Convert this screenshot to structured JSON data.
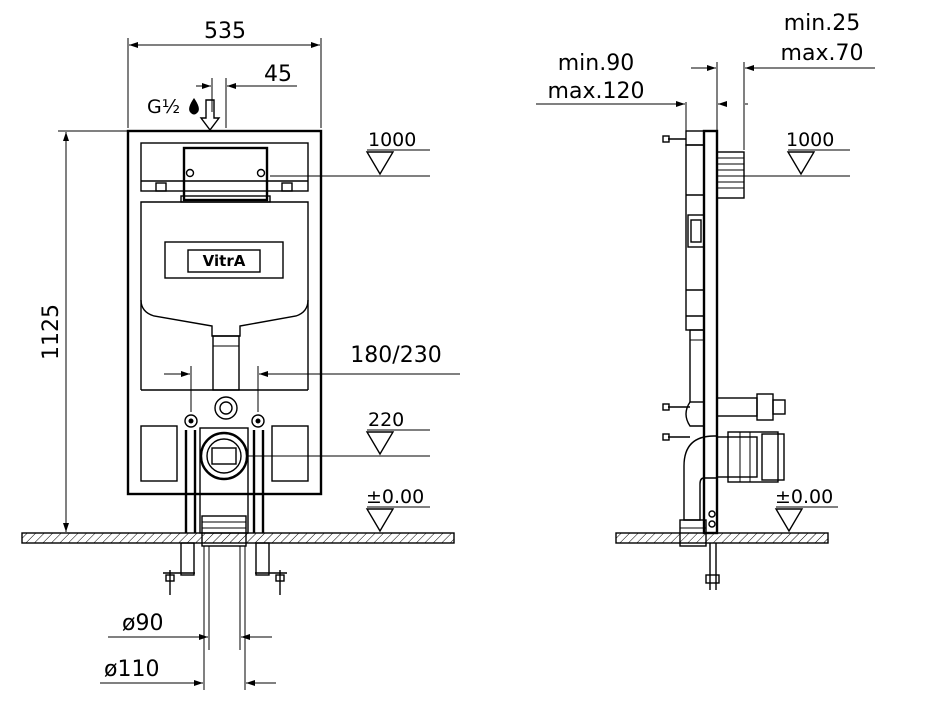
{
  "front_view": {
    "width_dim": "535",
    "inlet_offset_dim": "45",
    "inlet_thread": "G½",
    "height_dim": "1125",
    "flush_plate_height": "1000",
    "pipe_spacing_dim": "180/230",
    "outlet_height": "220",
    "floor_level": "±0.00",
    "pipe_dia_small": "ø90",
    "pipe_dia_large": "ø110",
    "brand_logo": "VitrA"
  },
  "side_view": {
    "depth_min_left": "min.90",
    "depth_max_left": "max.120",
    "depth_min_right": "min.25",
    "depth_max_right": "max.70",
    "flush_plate_height": "1000",
    "floor_level": "±0.00"
  },
  "icons": {
    "water_drop": "water-drop-icon",
    "inlet_arrow": "down-arrow-icon",
    "level_marker": "level-triangle-icon"
  }
}
